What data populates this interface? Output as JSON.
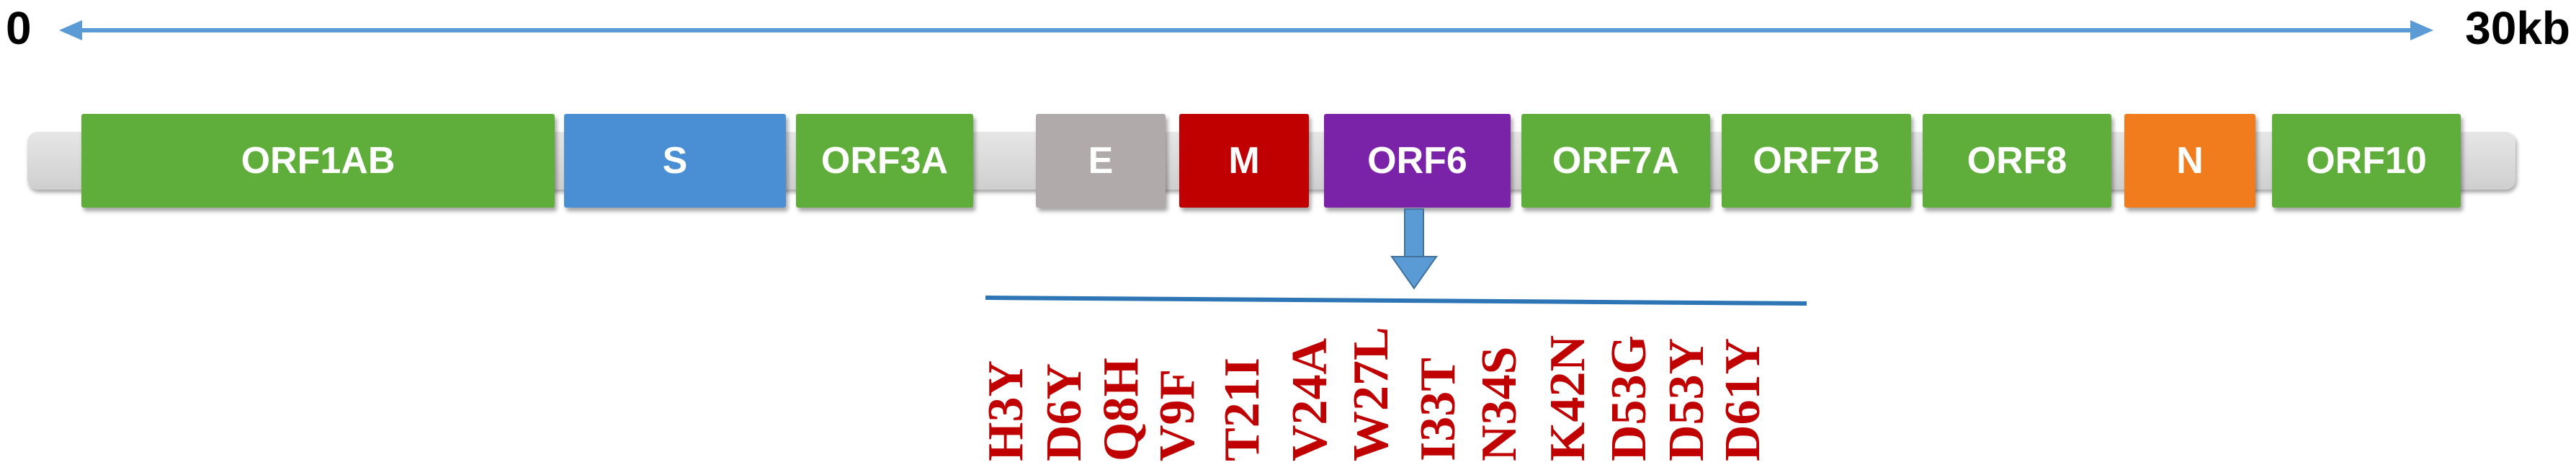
{
  "scale": {
    "start": "0",
    "end": "30kb"
  },
  "genes": [
    {
      "name": "ORF1AB",
      "color": "#5fae3b"
    },
    {
      "name": "S",
      "color": "#4a8fd4"
    },
    {
      "name": "ORF3A",
      "color": "#5fae3b"
    },
    {
      "name": "E",
      "color": "#b0aaaa"
    },
    {
      "name": "M",
      "color": "#c00000"
    },
    {
      "name": "ORF6",
      "color": "#7a23a8"
    },
    {
      "name": "ORF7A",
      "color": "#5fae3b"
    },
    {
      "name": "ORF7B",
      "color": "#5fae3b"
    },
    {
      "name": "ORF8",
      "color": "#5fae3b"
    },
    {
      "name": "N",
      "color": "#f07c1e"
    },
    {
      "name": "ORF10",
      "color": "#5fae3b"
    }
  ],
  "highlighted_gene": "ORF6",
  "mutations": [
    "H3Y",
    "D6Y",
    "Q8H",
    "V9F",
    "T21I",
    "V24A",
    "W27L",
    "I33T",
    "N34S",
    "K42N",
    "D53G",
    "D53Y",
    "D61Y"
  ],
  "colors": {
    "axis": "#5b9bd5",
    "mutation_text": "#c00000",
    "arrow": "#5b9bd5"
  }
}
